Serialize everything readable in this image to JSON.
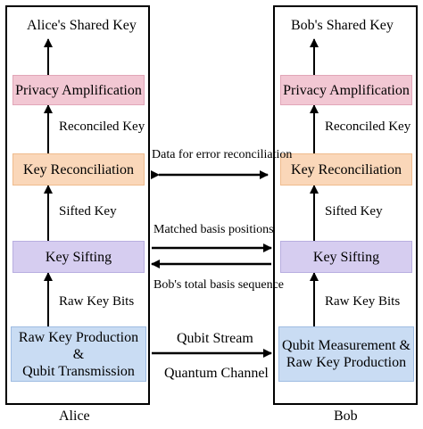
{
  "alice": {
    "name": "Alice",
    "title": "Alice's Shared Key",
    "boxes": {
      "privacy": "Privacy Amplification",
      "reconciliation": "Key Reconciliation",
      "sifting": "Key Sifting",
      "raw_line1": "Raw Key Production &",
      "raw_line2": "Qubit Transmission"
    },
    "labels": {
      "reconciled": "Reconciled Key",
      "sifted": "Sifted Key",
      "raw_bits": "Raw Key Bits"
    }
  },
  "bob": {
    "name": "Bob",
    "title": "Bob's Shared Key",
    "boxes": {
      "privacy": "Privacy Amplification",
      "reconciliation": "Key Reconciliation",
      "sifting": "Key Sifting",
      "raw_line1": "Qubit Measurement &",
      "raw_line2": "Raw Key Production"
    },
    "labels": {
      "reconciled": "Reconciled Key",
      "sifted": "Sifted Key",
      "raw_bits": "Raw Key Bits"
    }
  },
  "channels": {
    "error_reconciliation": "Data for error reconciliation",
    "matched_basis": "Matched basis positions",
    "bob_basis": "Bob's total basis sequence",
    "qubit_stream": "Qubit Stream",
    "quantum_channel": "Quantum Channel"
  }
}
